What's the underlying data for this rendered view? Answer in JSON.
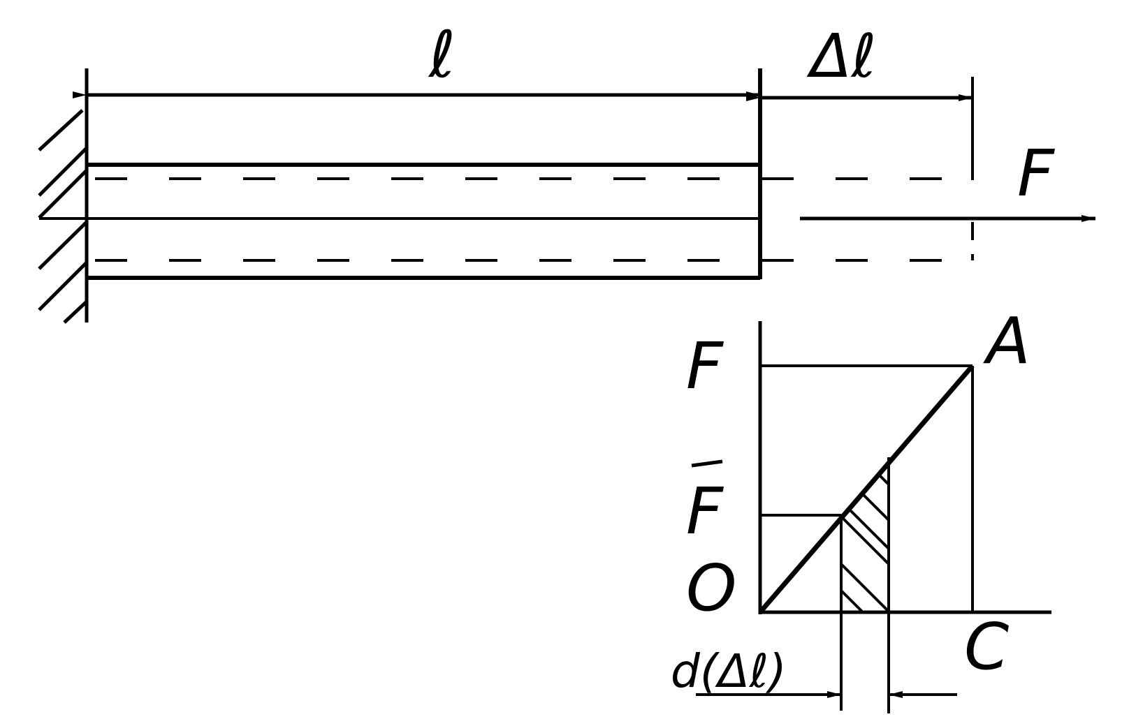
{
  "labels": {
    "length": "ℓ",
    "elongation": "Δℓ",
    "force_bar": "F",
    "axis_f_top": "F",
    "axis_f_bar": "F",
    "point_a": "A",
    "origin": "O",
    "point_c": "C",
    "increment": "d(Δℓ)"
  },
  "colors": {
    "ink": "#000000",
    "paper": "#ffffff"
  }
}
